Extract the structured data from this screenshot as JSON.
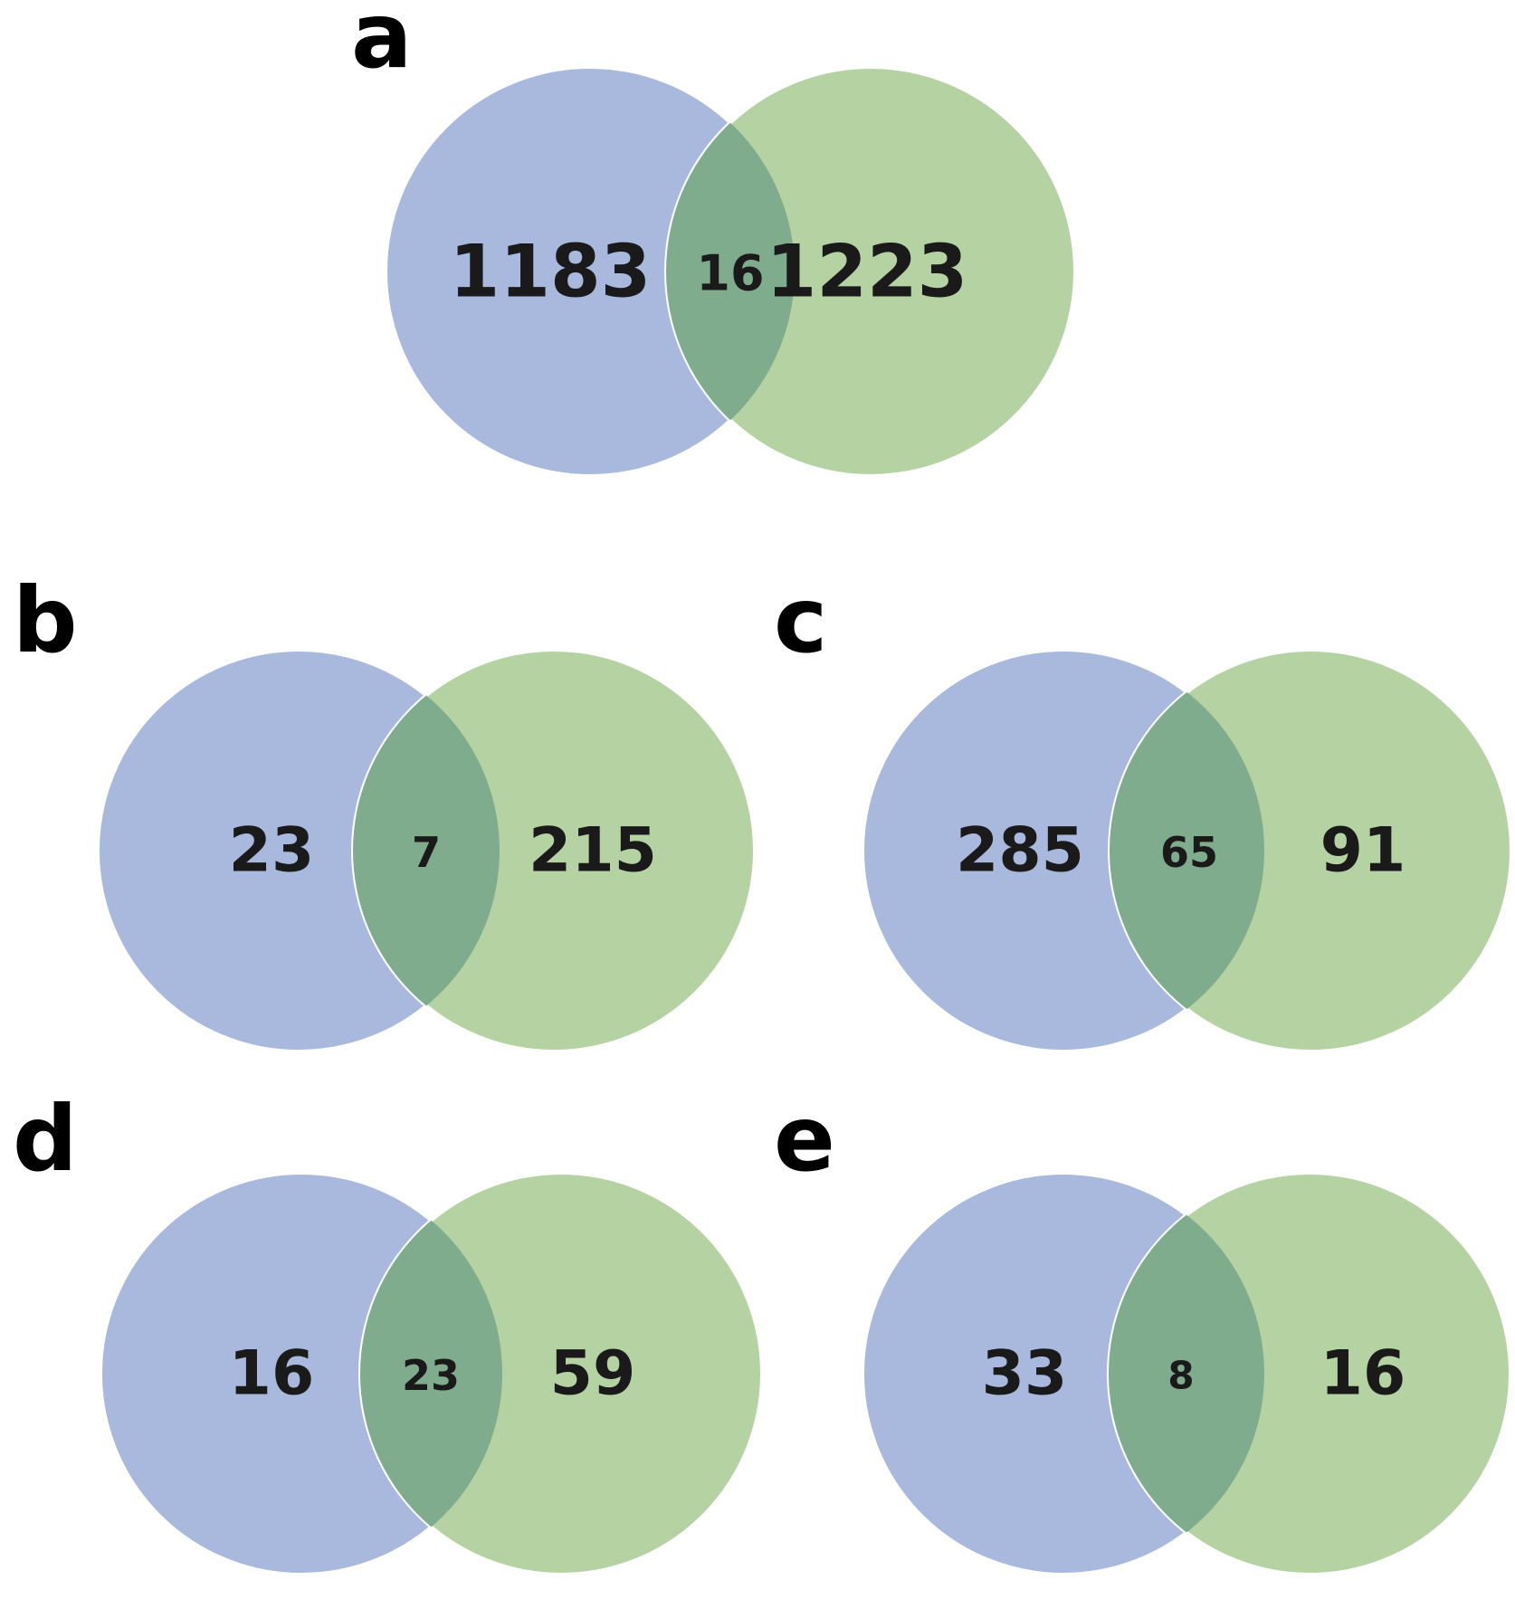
{
  "figure": {
    "description": "Five two-set Venn diagrams labeled a to e, blue left set and green right set with shared intersection",
    "colors": {
      "left_set": "#a8b9dd",
      "right_set": "#b5d3a2",
      "overlap": "#7fac8c",
      "count_text": "#1a1a1a",
      "label_text": "#000000",
      "background": "#ffffff"
    },
    "panels": [
      {
        "label": "a",
        "left_count": "1183",
        "middle_count": "16",
        "right_count": "1223"
      },
      {
        "label": "b",
        "left_count": "23",
        "middle_count": "7",
        "right_count": "215"
      },
      {
        "label": "c",
        "left_count": "285",
        "middle_count": "65",
        "right_count": "91"
      },
      {
        "label": "d",
        "left_count": "16",
        "middle_count": "23",
        "right_count": "59"
      },
      {
        "label": "e",
        "left_count": "33",
        "middle_count": "8",
        "right_count": "16"
      }
    ]
  },
  "chart_data": [
    {
      "type": "venn",
      "panel": "a",
      "sets": [
        {
          "role": "blue-left"
        },
        {
          "role": "green-right"
        }
      ],
      "left_only": 1183,
      "intersection": 16,
      "right_only": 1223
    },
    {
      "type": "venn",
      "panel": "b",
      "sets": [
        {
          "role": "blue-left"
        },
        {
          "role": "green-right"
        }
      ],
      "left_only": 23,
      "intersection": 7,
      "right_only": 215
    },
    {
      "type": "venn",
      "panel": "c",
      "sets": [
        {
          "role": "blue-left"
        },
        {
          "role": "green-right"
        }
      ],
      "left_only": 285,
      "intersection": 65,
      "right_only": 91
    },
    {
      "type": "venn",
      "panel": "d",
      "sets": [
        {
          "role": "blue-left"
        },
        {
          "role": "green-right"
        }
      ],
      "left_only": 16,
      "intersection": 23,
      "right_only": 59
    },
    {
      "type": "venn",
      "panel": "e",
      "sets": [
        {
          "role": "blue-left"
        },
        {
          "role": "green-right"
        }
      ],
      "left_only": 33,
      "intersection": 8,
      "right_only": 16
    }
  ]
}
